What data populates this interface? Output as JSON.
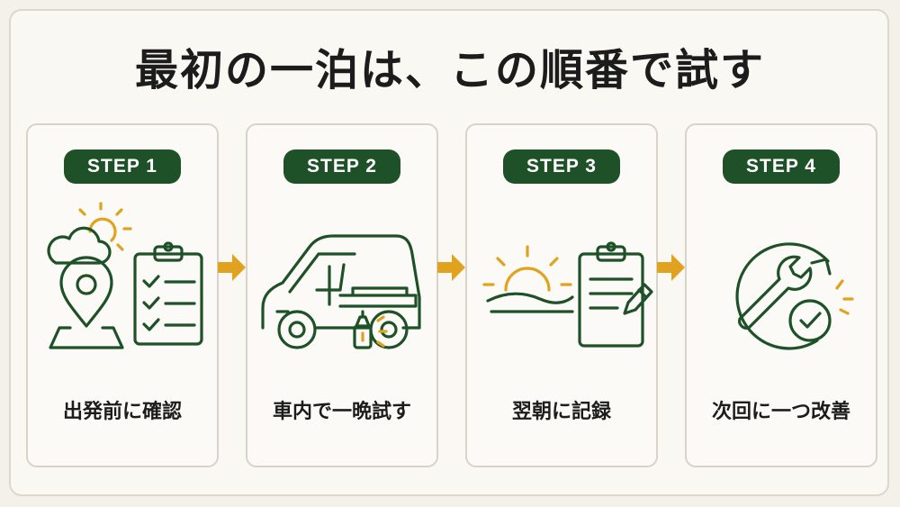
{
  "title": "最初の一泊は、この順番で試す",
  "steps": [
    {
      "badge": "STEP 1",
      "label": "出発前に確認"
    },
    {
      "badge": "STEP 2",
      "label": "車内で一晩試す"
    },
    {
      "badge": "STEP 3",
      "label": "翌朝に記録"
    },
    {
      "badge": "STEP 4",
      "label": "次回に一つ改善"
    }
  ],
  "colors": {
    "badge_green": "#1e5128",
    "accent_orange": "#e0a21f",
    "background": "#faf8f3"
  },
  "icons": {
    "step1": [
      "weather-icon",
      "checklist-clipboard-icon",
      "location-pin-icon"
    ],
    "step2": [
      "car-bed-icon",
      "lantern-icon"
    ],
    "step3": [
      "sunrise-icon",
      "clipboard-pencil-icon"
    ],
    "step4": [
      "wrench-icon",
      "cycle-arrow-icon",
      "checkmark-circle-icon"
    ],
    "connector": "arrow-right-icon"
  }
}
